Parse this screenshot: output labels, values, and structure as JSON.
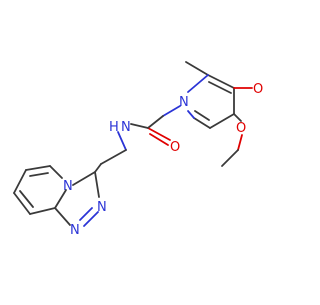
{
  "structure": {
    "atoms": {
      "n_amide": "N",
      "h_amide": "H",
      "o_amide": "O",
      "n_pyridinone": "N",
      "o_ketone": "O",
      "o_methoxy": "O",
      "n_bridgehead": "N",
      "n_triazole_a": "N",
      "n_triazole_b": "N"
    }
  },
  "colors": {
    "carbon_bond": "#3a3a3a",
    "nitrogen": "#2b34d6",
    "oxygen": "#e00000",
    "background": "#ffffff"
  }
}
